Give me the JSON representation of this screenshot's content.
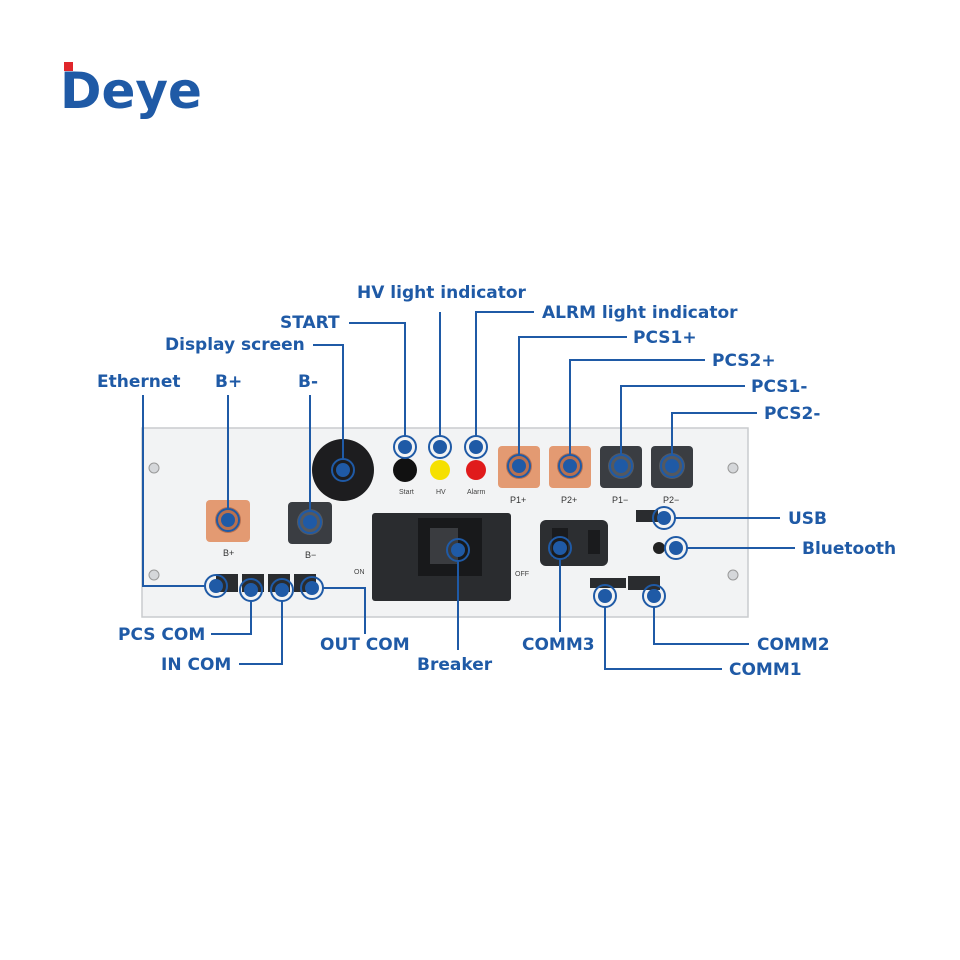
{
  "brand": {
    "logo_text": "Deye",
    "logo_color": "#1f5aa6",
    "logo_accent": "#e0262b"
  },
  "labels": {
    "hv_light": "HV light indicator",
    "start": "START",
    "alrm_light": "ALRM light indicator",
    "display": "Display screen",
    "pcs1_plus": "PCS1+",
    "pcs2_plus": "PCS2+",
    "pcs1_minus": "PCS1-",
    "pcs2_minus": "PCS2-",
    "ethernet": "Ethernet",
    "b_plus": "B+",
    "b_minus": "B-",
    "usb": "USB",
    "bluetooth": "Bluetooth",
    "pcs_com": "PCS COM",
    "in_com": "IN COM",
    "out_com": "OUT COM",
    "breaker": "Breaker",
    "comm3": "COMM3",
    "comm2": "COMM2",
    "comm1": "COMM1"
  },
  "panel_marks": {
    "start": "Start",
    "hv": "HV",
    "alarm": "Alarm",
    "p1_plus": "P1+",
    "p2_plus": "P2+",
    "p1_minus": "P1−",
    "p2_minus": "P2−",
    "b_plus": "B+",
    "b_minus": "B−",
    "on": "ON",
    "off": "OFF"
  },
  "colors": {
    "accent": "#1f5aa6",
    "terminal_positive": "#e39a72",
    "terminal_negative": "#3a3d42",
    "indicator_start": "#111111",
    "indicator_hv": "#f5e000",
    "indicator_alarm": "#e01b1b"
  }
}
